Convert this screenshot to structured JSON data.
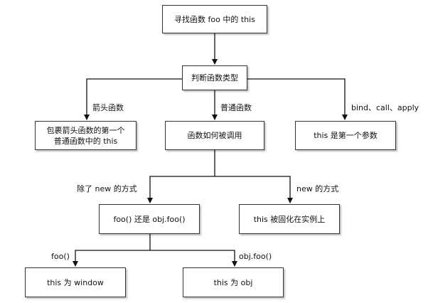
{
  "nodes": {
    "find_this": "寻找函数 foo 中的 this",
    "judge_type": "判断函数类型",
    "arrow_fn_result": "包裹箭头函数的第一个\n普通函数中的 this",
    "how_called": "函数如何被调用",
    "bind_result": "this 是第一个参数",
    "foo_or_obj": "foo() 还是 obj.foo()",
    "new_result": "this 被固化在实例上",
    "window_result": "this 为 window",
    "obj_result": "this 为 obj"
  },
  "edge_labels": {
    "arrow_fn": "箭头函数",
    "normal_fn": "普通函数",
    "bind_call_apply": "bind、call、apply",
    "not_new": "除了 new 的方式",
    "new_way": "new 的方式",
    "foo_call": "foo()",
    "obj_call": "obj.foo()"
  }
}
